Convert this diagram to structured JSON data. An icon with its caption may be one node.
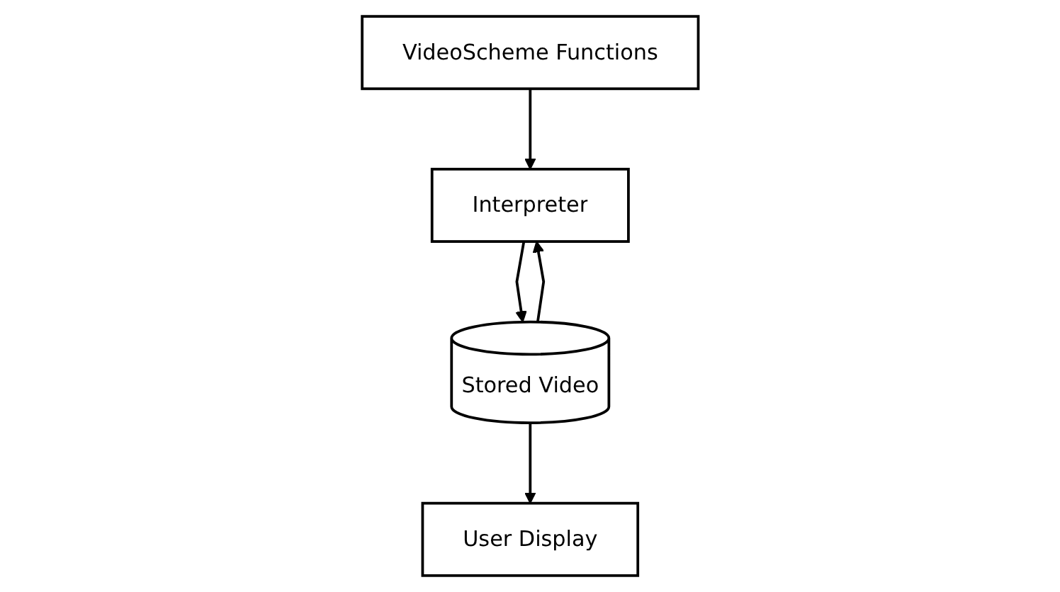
{
  "diagram": {
    "nodes": [
      {
        "text": [
          "VideoScheme Functions"
        ]
      },
      {
        "text": [
          "Interpreter"
        ]
      },
      {
        "text": [
          "Stored Video"
        ]
      },
      {
        "text": [
          "User Display"
        ]
      }
    ],
    "edges": [
      {
        "from": 0,
        "to": 1,
        "arrow": "to"
      },
      {
        "from": 1,
        "to": 2,
        "arrow": "to"
      },
      {
        "from": 2,
        "to": 1,
        "arrow": "to"
      },
      {
        "from": 2,
        "to": 3,
        "arrow": "to"
      }
    ]
  }
}
